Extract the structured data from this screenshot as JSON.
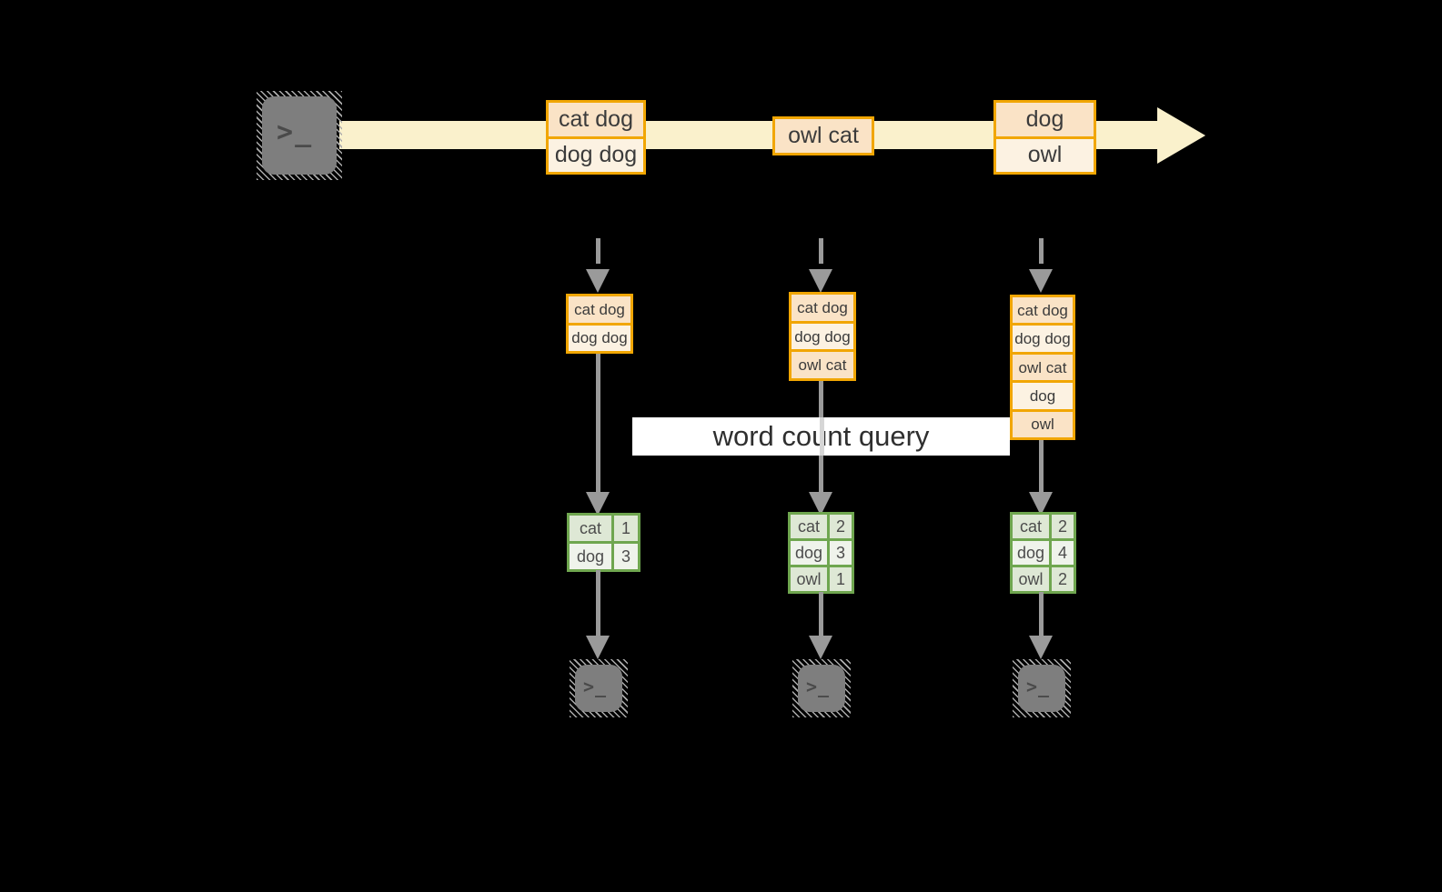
{
  "query": {
    "label": "word count query"
  },
  "icons": {
    "prompt_chevron": ">",
    "prompt_cursor": "_"
  },
  "stream": {
    "batches": [
      {
        "items": [
          "cat dog",
          "dog dog"
        ]
      },
      {
        "items": [
          "owl cat"
        ]
      },
      {
        "items": [
          "dog",
          "owl"
        ]
      }
    ]
  },
  "snapshots": [
    {
      "records": [
        "cat dog",
        "dog dog"
      ]
    },
    {
      "records": [
        "cat dog",
        "dog dog",
        "owl cat"
      ]
    },
    {
      "records": [
        "cat dog",
        "dog dog",
        "owl cat",
        "dog",
        "owl"
      ]
    }
  ],
  "results": [
    {
      "rows": [
        {
          "word": "cat",
          "count": "1"
        },
        {
          "word": "dog",
          "count": "3"
        }
      ]
    },
    {
      "rows": [
        {
          "word": "cat",
          "count": "2"
        },
        {
          "word": "dog",
          "count": "3"
        },
        {
          "word": "owl",
          "count": "1"
        }
      ]
    },
    {
      "rows": [
        {
          "word": "cat",
          "count": "2"
        },
        {
          "word": "dog",
          "count": "4"
        },
        {
          "word": "owl",
          "count": "2"
        }
      ]
    }
  ],
  "colors": {
    "background": "#000000",
    "amber_border": "#F1A602",
    "peach_fill": "#FAE3C6",
    "cream_fill": "#FCF2E2",
    "stream_band": "#FAF1CC",
    "green_border": "#6FA64F",
    "green_cell_dark": "#DEE8D5",
    "green_cell_light": "#EFF3EB",
    "arrow_gray": "#9A9A9A",
    "terminal_gray": "#7E7E7E",
    "label_background": "#FFFFFF"
  }
}
